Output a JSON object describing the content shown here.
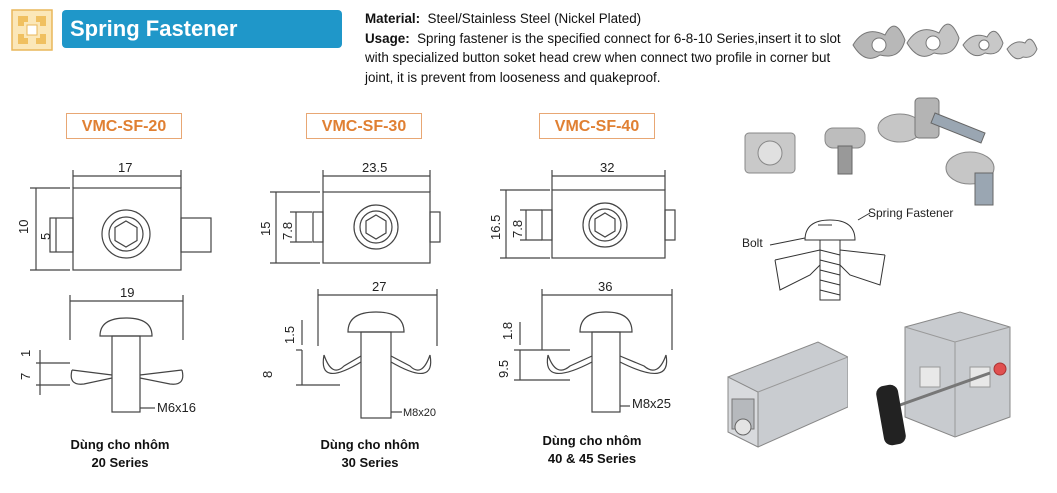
{
  "header": {
    "title": "Spring Fastener Connector :",
    "material_label": "Material:",
    "material_value": "Steel/Stainless Steel  (Nickel Plated)",
    "usage_label": "Usage:",
    "usage_text": "Spring fastener is the specified connect for 6-8-10 Series,insert it to slot with specialized button soket head crew when connect two profile in corner but joint, it is prevent from looseness and quakeproof."
  },
  "models": [
    {
      "code": "VMC-SF-20",
      "top_width": "17",
      "top_height": "10",
      "inner_height": "5",
      "side_width": "19",
      "head_height": "1",
      "body_height": "7",
      "screw": "M6x16",
      "caption_line1": "Dùng cho nhôm",
      "caption_line2": "20 Series"
    },
    {
      "code": "VMC-SF-30",
      "top_width": "23.5",
      "top_height": "15",
      "inner_height": "7.8",
      "side_width": "27",
      "head_height": "1.5",
      "body_height": "8",
      "screw": "M8x20",
      "caption_line1": "Dùng cho nhôm",
      "caption_line2": "30 Series"
    },
    {
      "code": "VMC-SF-40",
      "top_width": "32",
      "top_height": "16.5",
      "inner_height": "7.8",
      "side_width": "36",
      "head_height": "1.8",
      "body_height": "9.5",
      "screw": "M8x25",
      "caption_line1": "Dùng cho nhôm",
      "caption_line2": "40 & 45 Series"
    }
  ],
  "assembly": {
    "spring_label": "Spring Fastener",
    "bolt_label": "Bolt"
  }
}
